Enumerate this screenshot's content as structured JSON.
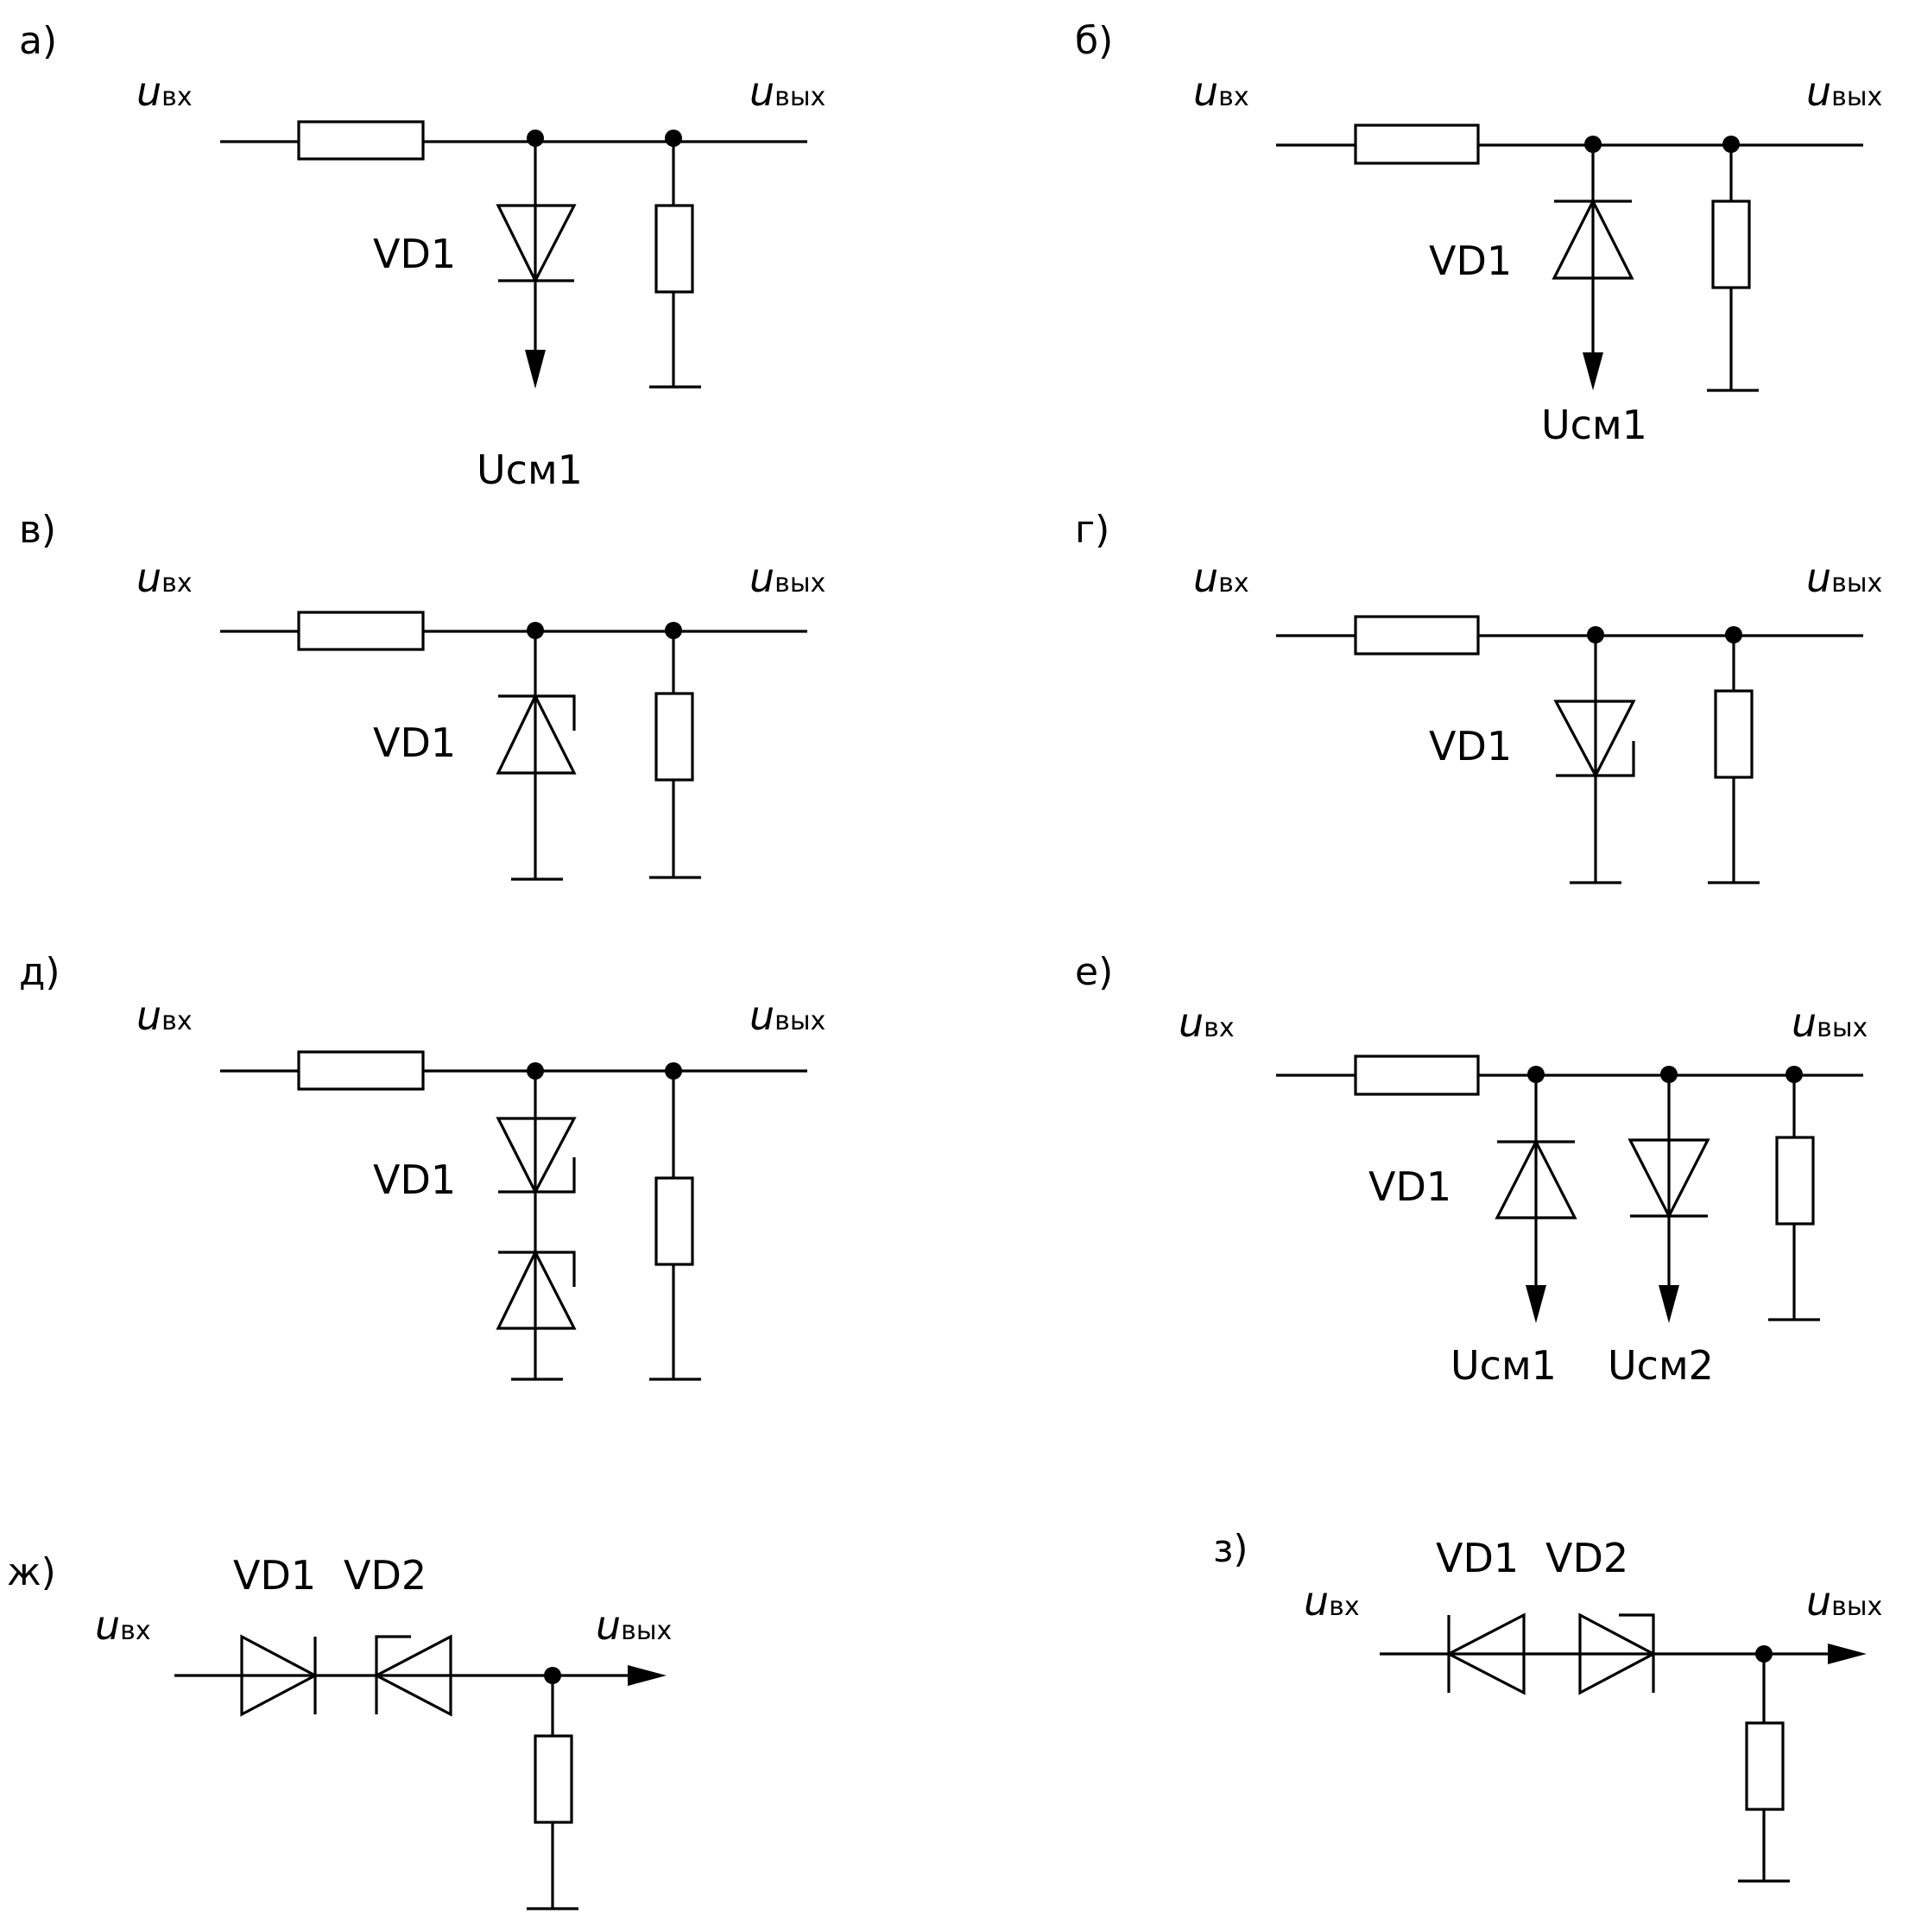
{
  "panels": [
    {
      "letter": "а)",
      "u_in": "u",
      "u_in_sub": "вх",
      "u_out": "u",
      "u_out_sub": "вых",
      "vd": [
        "VD1"
      ],
      "ucm": [
        "Uсм1"
      ]
    },
    {
      "letter": "б)",
      "u_in": "u",
      "u_in_sub": "вх",
      "u_out": "u",
      "u_out_sub": "вых",
      "vd": [
        "VD1"
      ],
      "ucm": [
        "Uсм1"
      ]
    },
    {
      "letter": "в)",
      "u_in": "u",
      "u_in_sub": "вх",
      "u_out": "u",
      "u_out_sub": "вых",
      "vd": [
        "VD1"
      ],
      "ucm": []
    },
    {
      "letter": "г)",
      "u_in": "u",
      "u_in_sub": "вх",
      "u_out": "u",
      "u_out_sub": "вых",
      "vd": [
        "VD1"
      ],
      "ucm": []
    },
    {
      "letter": "д)",
      "u_in": "u",
      "u_in_sub": "вх",
      "u_out": "u",
      "u_out_sub": "вых",
      "vd": [
        "VD1"
      ],
      "ucm": []
    },
    {
      "letter": "е)",
      "u_in": "u",
      "u_in_sub": "вх",
      "u_out": "u",
      "u_out_sub": "вых",
      "vd": [
        "VD1"
      ],
      "ucm": [
        "Uсм1",
        "Uсм2"
      ]
    },
    {
      "letter": "ж)",
      "u_in": "u",
      "u_in_sub": "вх",
      "u_out": "u",
      "u_out_sub": "вых",
      "vd": [
        "VD1",
        "VD2"
      ],
      "ucm": []
    },
    {
      "letter": "з)",
      "u_in": "u",
      "u_in_sub": "вх",
      "u_out": "u",
      "u_out_sub": "вых",
      "vd": [
        "VD1",
        "VD2"
      ],
      "ucm": []
    }
  ]
}
